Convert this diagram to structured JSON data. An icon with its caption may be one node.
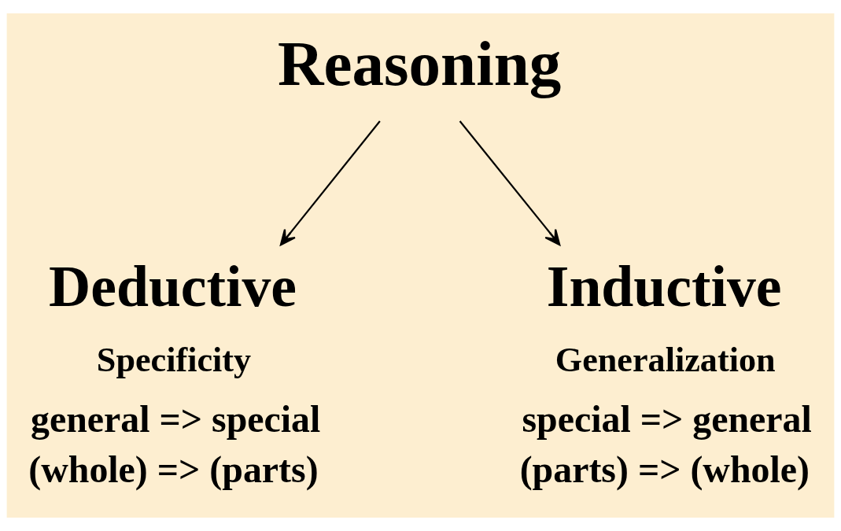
{
  "diagram": {
    "nodes": [
      {
        "text": [
          "Reasoning"
        ]
      },
      {
        "text": [
          "Deductive"
        ],
        "beside": [
          "Specificity",
          "general => special",
          "(whole) => (parts)"
        ]
      },
      {
        "text": [
          "Inductive"
        ],
        "beside": [
          "Generalization",
          "special => general",
          "(parts) => (whole)"
        ]
      }
    ],
    "edges": [
      {
        "from": 0,
        "to": 1,
        "arrow": "to"
      },
      {
        "from": 0,
        "to": 2,
        "arrow": "to"
      }
    ]
  }
}
